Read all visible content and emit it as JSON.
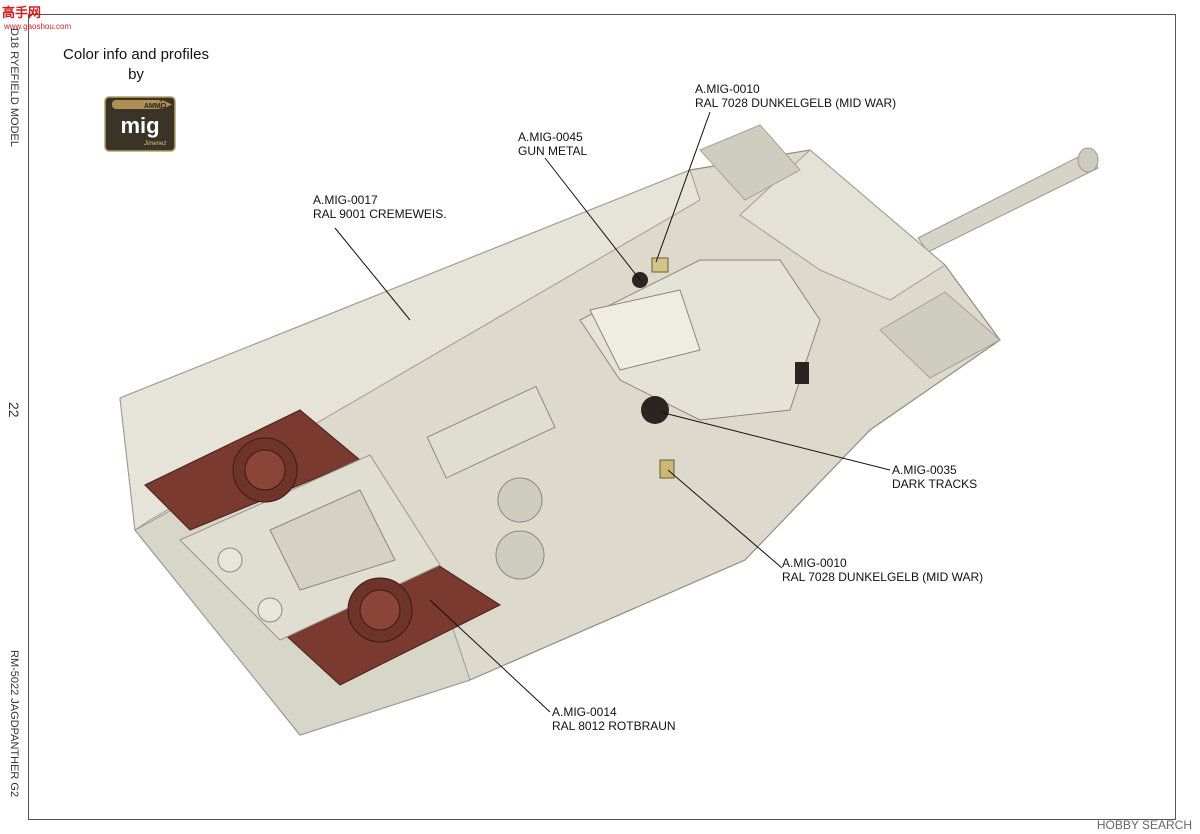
{
  "watermark": {
    "site_name": "高手网",
    "url": "www.gaoshou.com"
  },
  "sidebar": {
    "series_top": "D18 RYEFIELD MODEL",
    "page_number": "22",
    "series_bottom": "RM-5022 JAGDPANTHER G2"
  },
  "credit": {
    "line1": "Color info and profiles",
    "line2": "by",
    "logo_top": "AMMO",
    "logo_main": "mig",
    "logo_sub": "Jimenez"
  },
  "callouts": [
    {
      "code": "A.MIG-0010",
      "name": "RAL 7028 DUNKELGELB (MID WAR)"
    },
    {
      "code": "A.MIG-0045",
      "name": "GUN METAL"
    },
    {
      "code": "A.MIG-0017",
      "name": "RAL 9001 CREMEWEIS."
    },
    {
      "code": "A.MIG-0035",
      "name": "DARK TRACKS"
    },
    {
      "code": "A.MIG-0010",
      "name": "RAL 7028 DUNKELGELB (MID WAR)"
    },
    {
      "code": "A.MIG-0014",
      "name": "RAL 8012 ROTBRAUN"
    }
  ],
  "footer": {
    "brand": "HOBBY SEARCH"
  },
  "colors": {
    "cream": "#e2dfd3",
    "cream_dark": "#c9c6b9",
    "rotbraun": "#7a3a30",
    "dark": "#2a2520"
  }
}
